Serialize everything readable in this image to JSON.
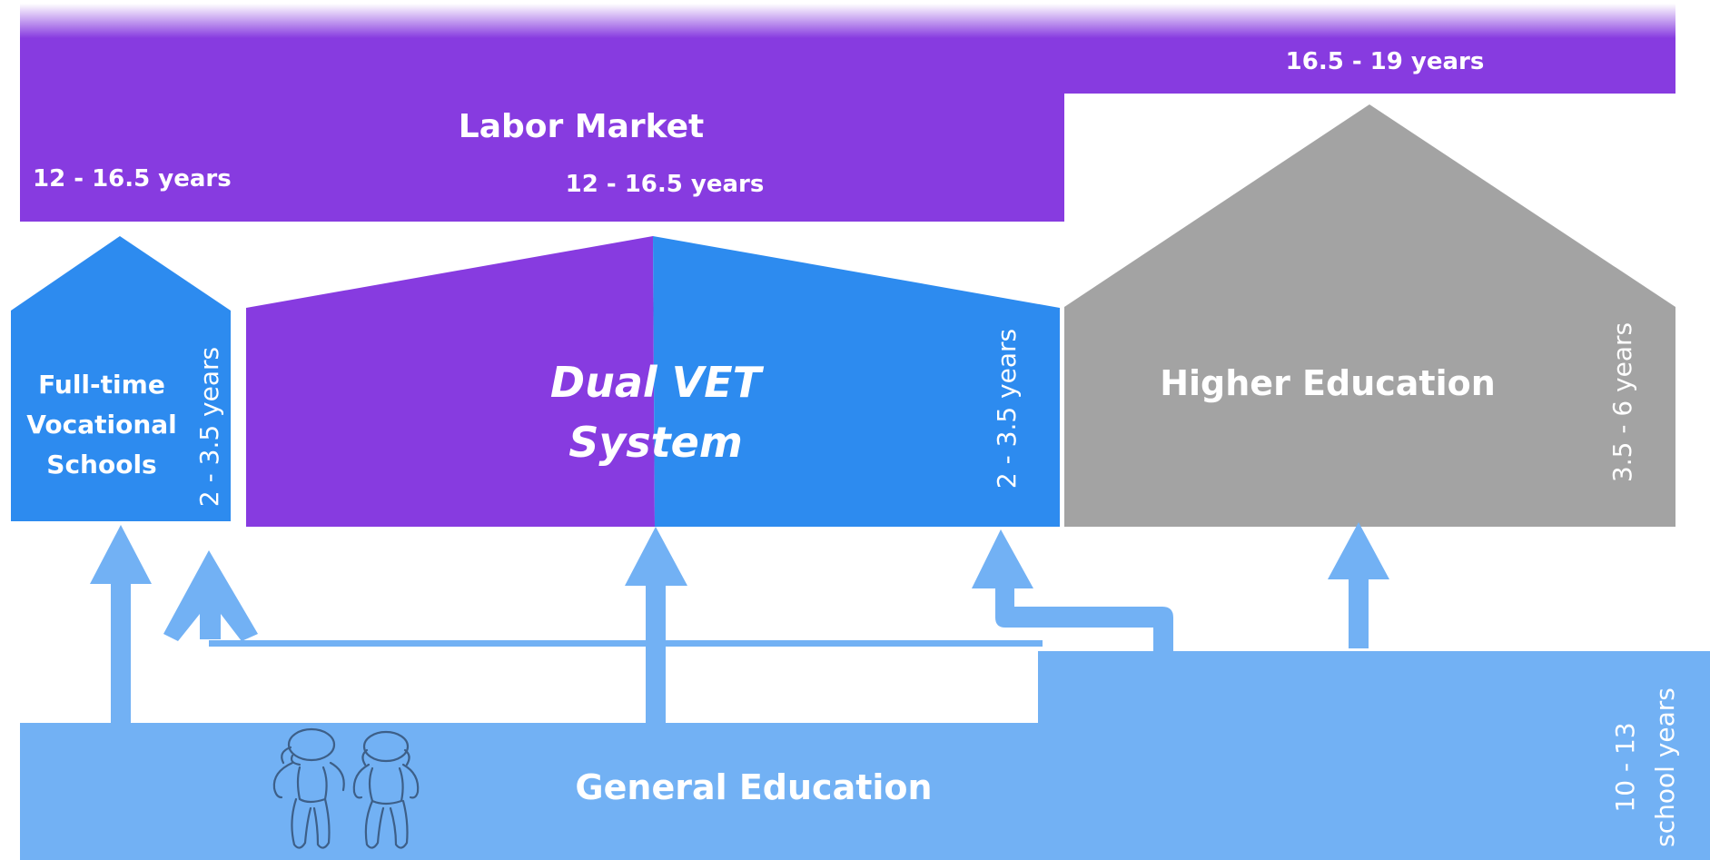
{
  "colors": {
    "purple": "#873be0",
    "blue": "#2d8bef",
    "light_blue": "#72b1f4",
    "gray": "#a3a3a3",
    "text": "#ffffff",
    "sketch": "#3d5f88"
  },
  "labor_market": {
    "title": "Labor Market",
    "age_left": "12 - 16.5 years",
    "age_center": "12 - 16.5 years",
    "age_right": "16.5 - 19  years"
  },
  "fulltime_schools": {
    "line1": "Full-time",
    "line2": "Vocational",
    "line3": "Schools",
    "duration": "2 - 3.5 years"
  },
  "dual_vet": {
    "line1": "Dual VET",
    "line2": "System",
    "duration": "2 - 3.5 years"
  },
  "higher_education": {
    "title": "Higher Education",
    "duration": "3.5 - 6 years"
  },
  "general_education": {
    "title": "General Education",
    "duration_line1": "10 - 13",
    "duration_line2": "school years"
  },
  "icons": {
    "children": "children-sketch-icon"
  }
}
